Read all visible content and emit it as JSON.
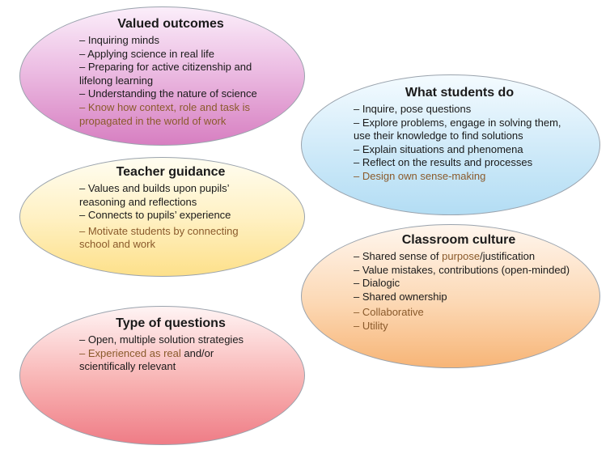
{
  "valued_outcomes": {
    "title": "Valued outcomes",
    "items": [
      "– Inquiring minds",
      "– Applying science in real life",
      "– Preparing for active citizenship and",
      "lifelong learning",
      "– Understanding the nature of science"
    ],
    "added": [
      "– Know how context, role and task is",
      "propagated in the world of work"
    ]
  },
  "teacher_guidance": {
    "title": "Teacher guidance",
    "items": [
      "– Values and builds upon pupils’",
      "reasoning and reflections",
      "– Connects to pupils’ experience"
    ],
    "added": [
      "– Motivate students by connecting",
      "school and work"
    ]
  },
  "type_of_questions": {
    "title": "Type of questions",
    "items": [
      "– Open, multiple solution strategies"
    ],
    "line2_accent": "– Experienced as real",
    "line2_rest": " and/or",
    "line3": "scientifically relevant"
  },
  "what_students_do": {
    "title": "What students do",
    "items": [
      "– Inquire, pose questions",
      "– Explore problems, engage in solving them,",
      "use their knowledge to find solutions",
      "– Explain situations and phenomena",
      "– Reflect on the results and processes"
    ],
    "added": [
      "– Design own sense-making"
    ]
  },
  "classroom_culture": {
    "title": "Classroom culture",
    "line1_prefix": "– Shared sense of ",
    "line1_accent": "purpose",
    "line1_suffix": "/justification",
    "items": [
      "– Value mistakes, contributions (open-minded)",
      "– Dialogic",
      "– Shared ownership"
    ],
    "added": [
      "– Collaborative",
      "– Utility"
    ]
  },
  "colors": {
    "added_text": "#8a5a2b",
    "valued_fill": "#d77fc1",
    "teacher_fill": "#fde08a",
    "questions_fill": "#ef7c86",
    "students_fill": "#b3ddf4",
    "culture_fill": "#f7b577"
  }
}
